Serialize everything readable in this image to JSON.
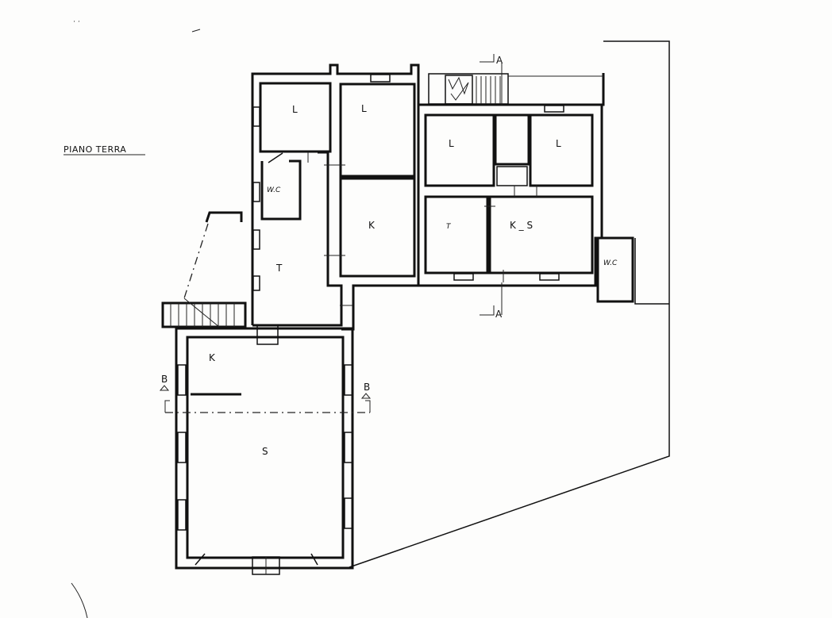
{
  "title": "PIANO TERRA",
  "rooms": {
    "l1": "L",
    "l2": "L",
    "l3": "L",
    "l4": "L",
    "wc1": "W.C",
    "k1": "K",
    "t1": "T",
    "t2": "T",
    "ks": "K _ S",
    "wc2": "W.C",
    "k2": "K",
    "s": "S"
  },
  "section_markers": {
    "a_top": "A",
    "a_bottom": "A",
    "b_left": "B",
    "b_right": "B"
  }
}
